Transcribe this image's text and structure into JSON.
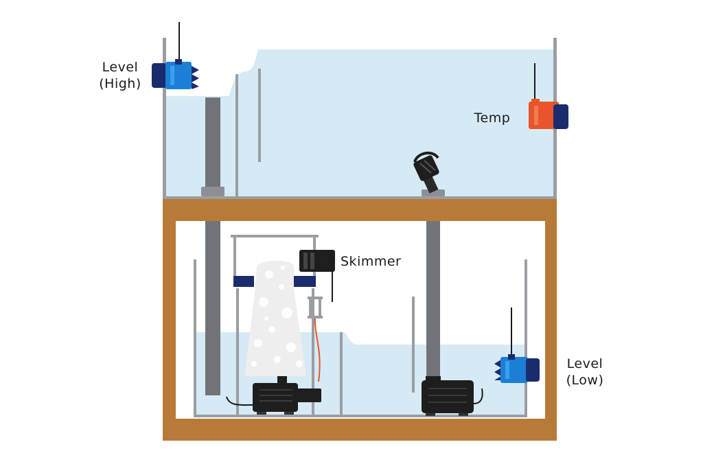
{
  "labels": {
    "level_high_line1": "Level",
    "level_high_line2": "(High)",
    "temp": "Temp",
    "skimmer": "Skimmer",
    "level_low_line1": "Level",
    "level_low_line2": "(Low)"
  },
  "colors": {
    "water": "#d6eaf5",
    "glass": "#9a9ea2",
    "stand_wood": "#b87a38",
    "sensor_blue": "#1b7fd6",
    "sensor_cap": "#1a2c6e",
    "temp_orange": "#e8552a",
    "pump_black": "#1e1e1e",
    "pipe_gray": "#707478",
    "wire_orange": "#e8552a"
  },
  "icons": {
    "level_high_sensor": "level-sensor-icon",
    "level_low_sensor": "level-sensor-icon",
    "temp_probe": "temperature-probe-icon",
    "skimmer_pump": "pump-icon",
    "return_pump": "pump-icon",
    "powerhead": "powerhead-icon"
  }
}
